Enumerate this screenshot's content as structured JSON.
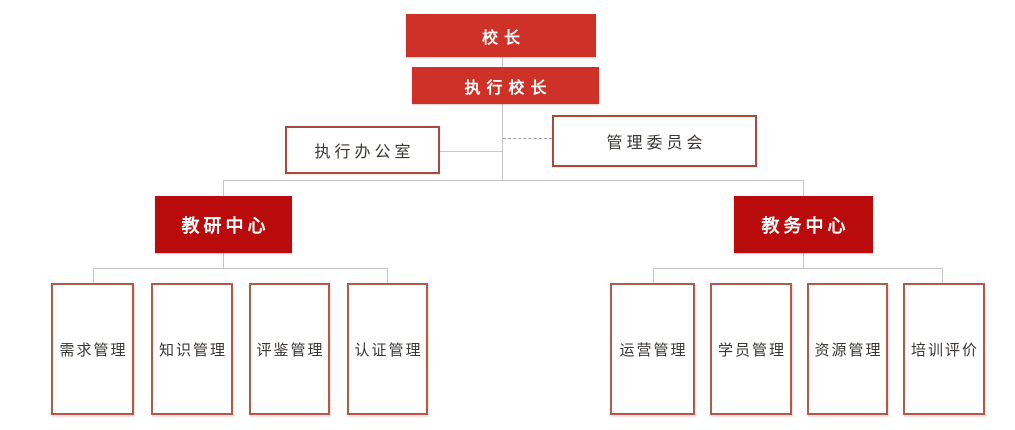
{
  "org": {
    "root": {
      "label": "校长"
    },
    "executive": {
      "label": "执行校长"
    },
    "office": {
      "label": "执行办公室"
    },
    "committee": {
      "label": "管理委员会"
    },
    "centers": [
      {
        "label": "教研中心",
        "children": [
          {
            "label": "需求管理"
          },
          {
            "label": "知识管理"
          },
          {
            "label": "评鉴管理"
          },
          {
            "label": "认证管理"
          }
        ]
      },
      {
        "label": "教务中心",
        "children": [
          {
            "label": "运营管理"
          },
          {
            "label": "学员管理"
          },
          {
            "label": "资源管理"
          },
          {
            "label": "培训评价"
          }
        ]
      }
    ]
  },
  "colors": {
    "primary_red": "#ce3127",
    "dark_red": "#b90b0b",
    "outline_border": "#a9493d",
    "tall_border": "#b05a4b",
    "connector_gray": "#c8c5c2",
    "dashed_gray": "#a3a09d",
    "text_dark": "#3a3632",
    "background": "#ffffff"
  }
}
